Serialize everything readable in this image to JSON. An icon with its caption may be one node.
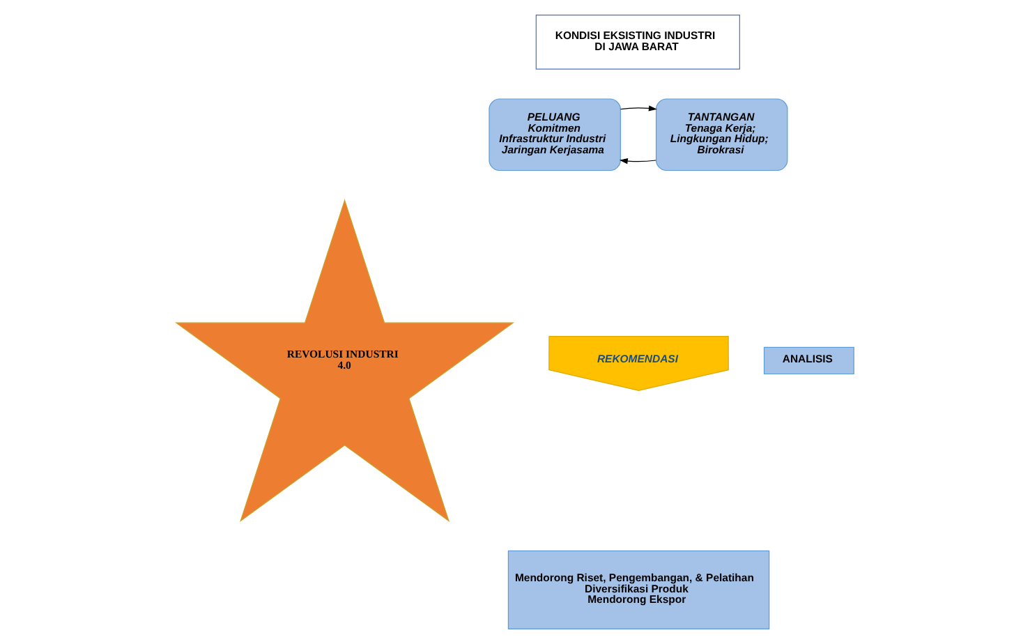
{
  "diagram": {
    "nodes": [
      {
        "text": [
          "KONDISI EKSISTING INDUSTRI DI JAWA BARAT"
        ]
      },
      {
        "text": [
          "PELUANG",
          "Komitmen",
          "Infrastruktur Industri",
          "Jaringan Kerjasama"
        ]
      },
      {
        "text": [
          "TANTANGAN",
          "Tenaga Kerja;",
          "Lingkungan Hidup;",
          "Birokrasi"
        ]
      },
      {
        "text": [
          "REVOLUSI INDUSTRI 4.0"
        ]
      },
      {
        "text": [
          "REKOMENDASI"
        ]
      },
      {
        "text": [
          "ANALISIS"
        ]
      },
      {
        "text": [
          "Mendorong Riset, Pengembangan, & Pelatihan",
          "Diversifikasi Produk",
          "Mendorong Ekspor"
        ]
      }
    ],
    "edges": [
      {
        "from": 2,
        "to": 1,
        "arrow": "to"
      },
      {
        "from": 1,
        "to": 2,
        "arrow": "to"
      }
    ]
  }
}
